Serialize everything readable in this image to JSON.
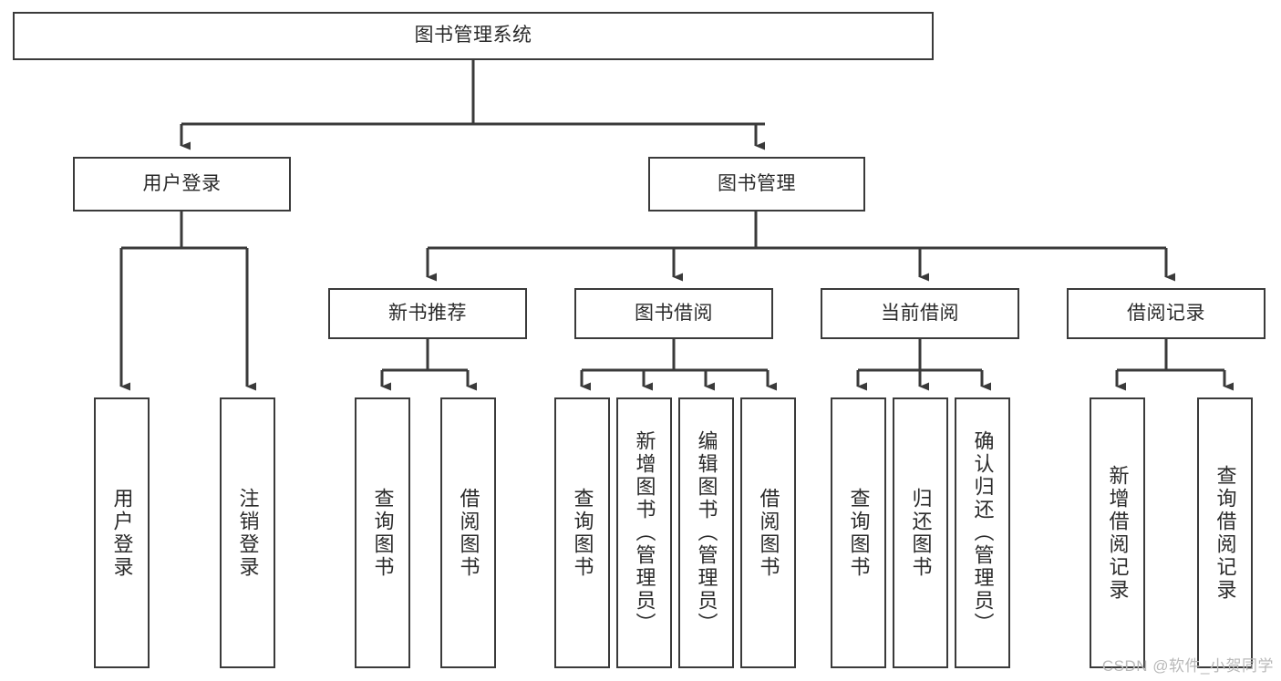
{
  "diagram": {
    "type": "tree",
    "title": "图书管理系统",
    "root": {
      "id": "root",
      "label": "图书管理系统",
      "orientation": "horizontal"
    },
    "level1": [
      {
        "id": "user-login",
        "label": "用户登录",
        "orientation": "horizontal"
      },
      {
        "id": "book-manage",
        "label": "图书管理",
        "orientation": "horizontal"
      }
    ],
    "level2": [
      {
        "id": "new-book-recommend",
        "label": "新书推荐",
        "parent": "book-manage",
        "orientation": "horizontal"
      },
      {
        "id": "book-borrow",
        "label": "图书借阅",
        "parent": "book-manage",
        "orientation": "horizontal"
      },
      {
        "id": "current-borrow",
        "label": "当前借阅",
        "parent": "book-manage",
        "orientation": "horizontal"
      },
      {
        "id": "borrow-record",
        "label": "借阅记录",
        "parent": "book-manage",
        "orientation": "horizontal"
      }
    ],
    "leaves": [
      {
        "id": "leaf-user-login",
        "label": "用户登录",
        "parent": "user-login",
        "orientation": "vertical"
      },
      {
        "id": "leaf-user-logout",
        "label": "注销登录",
        "parent": "user-login",
        "orientation": "vertical"
      },
      {
        "id": "leaf-query-book-1",
        "label": "查询图书",
        "parent": "new-book-recommend",
        "orientation": "vertical"
      },
      {
        "id": "leaf-borrow-book-1",
        "label": "借阅图书",
        "parent": "new-book-recommend",
        "orientation": "vertical"
      },
      {
        "id": "leaf-query-book-2",
        "label": "查询图书",
        "parent": "book-borrow",
        "orientation": "vertical"
      },
      {
        "id": "leaf-add-book",
        "label": "新增图书（管理员）",
        "parent": "book-borrow",
        "orientation": "vertical"
      },
      {
        "id": "leaf-edit-book",
        "label": "编辑图书（管理员）",
        "parent": "book-borrow",
        "orientation": "vertical"
      },
      {
        "id": "leaf-borrow-book-2",
        "label": "借阅图书",
        "parent": "book-borrow",
        "orientation": "vertical"
      },
      {
        "id": "leaf-query-book-3",
        "label": "查询图书",
        "parent": "current-borrow",
        "orientation": "vertical"
      },
      {
        "id": "leaf-return-book",
        "label": "归还图书",
        "parent": "current-borrow",
        "orientation": "vertical"
      },
      {
        "id": "leaf-confirm-return",
        "label": "确认归还（管理员）",
        "parent": "current-borrow",
        "orientation": "vertical"
      },
      {
        "id": "leaf-add-record",
        "label": "新增借阅记录",
        "parent": "borrow-record",
        "orientation": "vertical"
      },
      {
        "id": "leaf-query-record",
        "label": "查询借阅记录",
        "parent": "borrow-record",
        "orientation": "vertical"
      }
    ],
    "style": {
      "stroke": "#3a3a3a",
      "background": "#ffffff",
      "text": "#2b2b2b"
    }
  },
  "watermark": {
    "text": "CSDN @软件_小贺同学",
    "color": "#b9b9b9"
  }
}
